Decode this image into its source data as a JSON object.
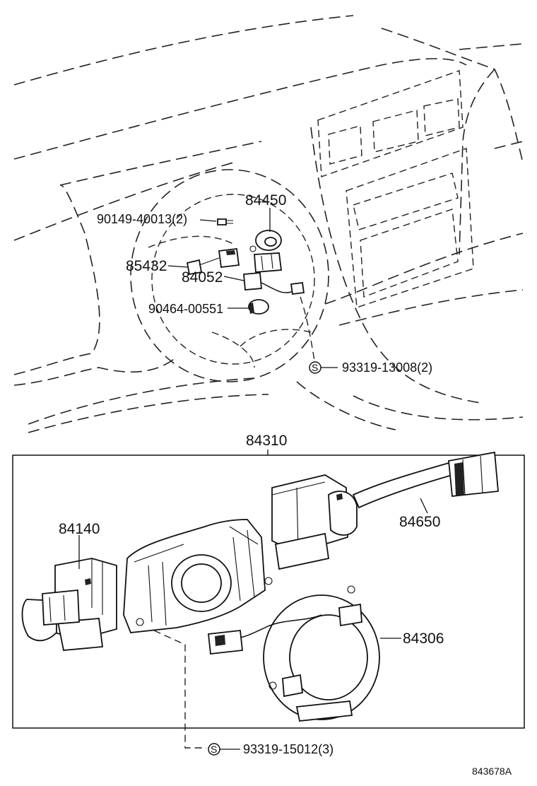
{
  "diagram": {
    "upper_labels": {
      "p84450": "84450",
      "p90149": "90149-40013(2)",
      "p85432": "85432",
      "p84052": "84052",
      "p90464": "90464-00551",
      "p93319a": "93319-13008(2)"
    },
    "assembly_label": "84310",
    "lower_labels": {
      "p84140": "84140",
      "p84650": "84650",
      "p84306": "84306",
      "p93319b": "93319-15012(3)"
    },
    "screw_symbol": "S",
    "figure_id": "843678A"
  }
}
